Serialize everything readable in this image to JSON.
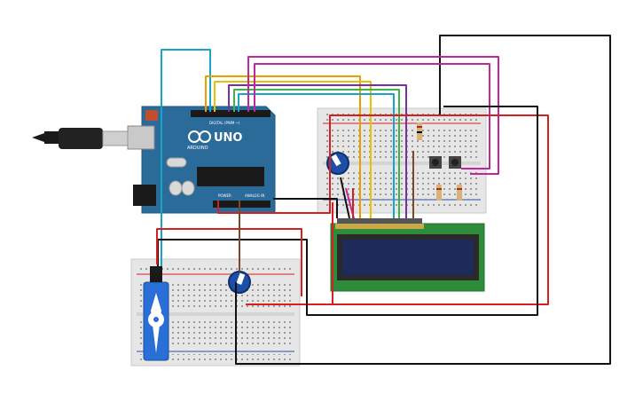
{
  "arduino": {
    "brand_text": "ARDUINO",
    "model_text": "UNO",
    "digital_label": "DIGITAL (PWM ~)",
    "power_label": "POWER",
    "analog_label": "ANALOG IN"
  },
  "colors": {
    "board": "#2b6b9a",
    "breadboard": "#e6e6e6",
    "lcd_board": "#2e8b3a",
    "lcd_screen": "#1d2b5a",
    "wire_red": "#d42020",
    "wire_black": "#111111",
    "wire_cyan": "#1aa3c9",
    "wire_orange": "#e8a000",
    "wire_yellow": "#e6c200",
    "wire_green": "#3bb54a",
    "wire_magenta": "#c0289a",
    "wire_brown": "#7a4b2a",
    "wire_purple": "#7a2fa0",
    "servo": "#2a6fd6"
  },
  "components": {
    "icons": [
      "usb-cable-icon",
      "potentiometer-icon",
      "push-button-icon",
      "resistor-icon",
      "servo-motor-icon",
      "lcd-display-icon"
    ]
  }
}
